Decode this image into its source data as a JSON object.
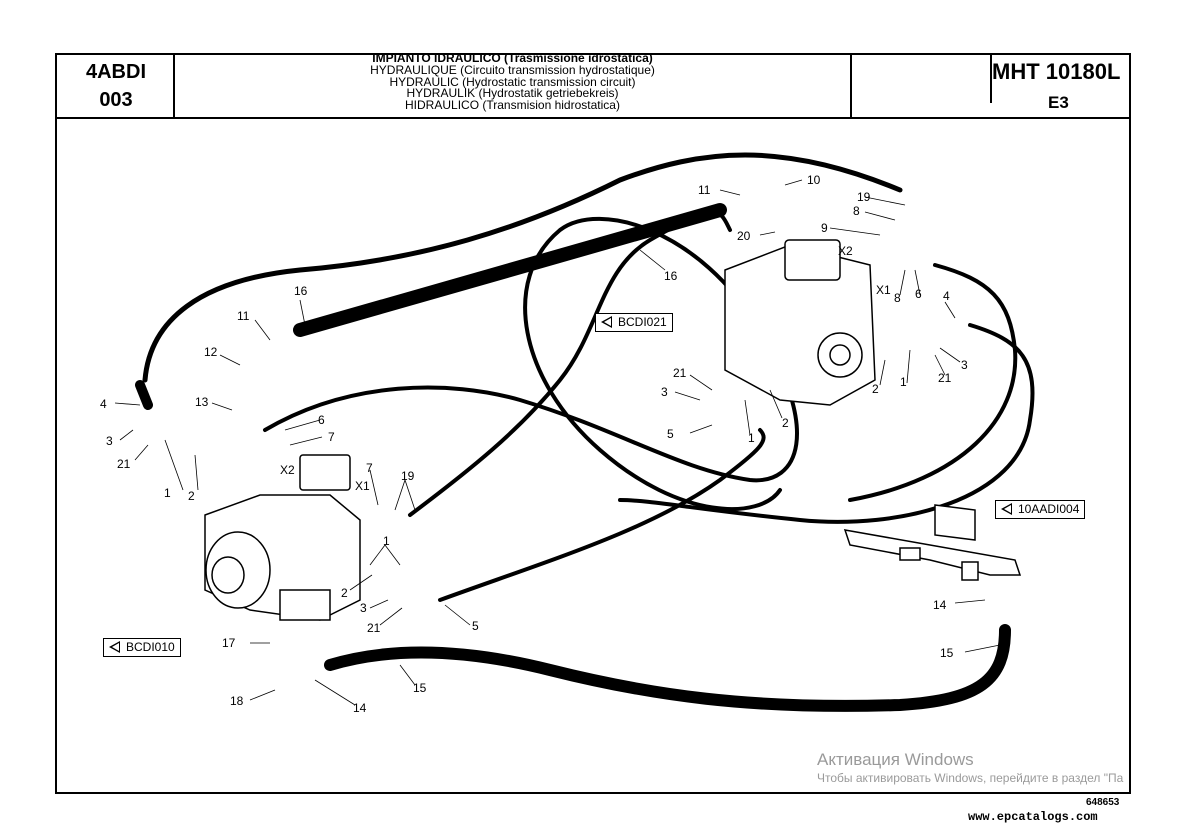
{
  "header": {
    "code_top": "4ABDI",
    "code_bottom": "003",
    "title_lines": [
      "IMPIANTO IDRAULICO (Trasmissione idrostatica)",
      "HYDRAULIQUE (Circuito transmission hydrostatique)",
      "HYDRAULIC (Hydrostatic transmission circuit)",
      "HYDRAULIK (Hydrostatik getriebekreis)",
      "HIDRAULICO (Transmision hidrostatica)"
    ],
    "model": "MHT 10180L",
    "model_sub": "E3"
  },
  "references": {
    "ref1": "BCDI021",
    "ref2": "10AADI004",
    "ref3": "BCDI010"
  },
  "callouts": [
    "1",
    "2",
    "3",
    "4",
    "5",
    "6",
    "7",
    "8",
    "9",
    "10",
    "11",
    "12",
    "13",
    "14",
    "15",
    "16",
    "17",
    "18",
    "19",
    "20",
    "21"
  ],
  "port_labels": {
    "x1": "X1",
    "x2": "X2"
  },
  "footer": {
    "watermark_title": "Активация Windows",
    "watermark_text": "Чтобы активировать Windows, перейдите в раздел \"Па",
    "drawing_number": "648653",
    "site": "www.epcatalogs.com"
  }
}
